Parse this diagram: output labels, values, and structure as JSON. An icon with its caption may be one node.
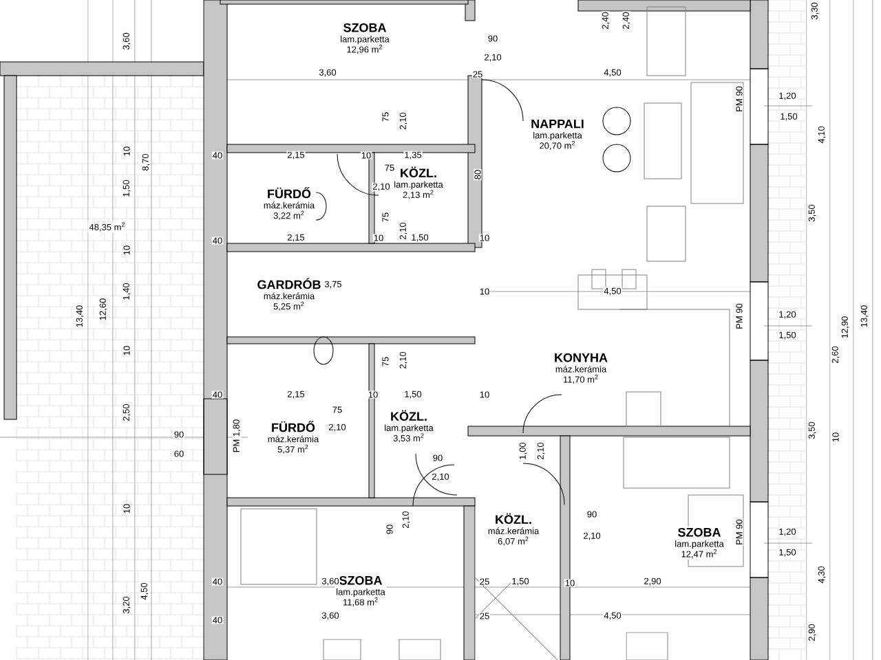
{
  "diagram": {
    "nodes": [
      {
        "text": [
          "48,35 m$^{2}$"
        ]
      },
      {
        "text": [
          "SZOBA",
          "lam.parketta",
          "12,96 m$^{2}$"
        ]
      },
      {
        "text": [
          "NAPPALI",
          "lam.parketta",
          "20,70 m$^{2}$"
        ]
      },
      {
        "text": [
          "FÜRDŐ",
          "máz.kerámia",
          "3,22 m$^{2}$"
        ]
      },
      {
        "text": [
          "KÖZL.",
          "lam.parketta",
          "2,13 m$^{2}$"
        ]
      },
      {
        "text": [
          "GARDRÓB",
          "máz.kerámia",
          "5,25 m$^{2}$"
        ]
      },
      {
        "text": [
          "KONYHA",
          "máz.kerámia",
          "11,70 m$^{2}$"
        ]
      },
      {
        "text": [
          "FÜRDŐ",
          "máz.kerámia",
          "5,37 m$^{2}$"
        ]
      },
      {
        "text": [
          "KÖZL.",
          "lam.parketta",
          "3,53 m$^{2}$"
        ]
      },
      {
        "text": [
          "KÖZL.",
          "máz.kerámia",
          "6,07 m$^{2}$"
        ]
      },
      {
        "text": [
          "SZOBA",
          "lam.parketta",
          "12,47 m$^{2}$"
        ]
      },
      {
        "text": [
          "SZOBA",
          "lam.parketta",
          "11,68 m$^{2}$"
        ]
      }
    ],
    "labels": [
      "3,30",
      "2,40",
      "2,40",
      "3,60",
      "90",
      "2,10",
      "3,60",
      "25",
      "4,50",
      "75",
      "2,10",
      "PM 90",
      "1,20",
      "1,50",
      "4,10",
      "40",
      "2,15",
      "10",
      "1,35",
      "10",
      "8,70",
      "75",
      "80",
      "1,50",
      "2,10",
      "3,50",
      "75",
      "2,10",
      "40",
      "2,15",
      "10",
      "1,50",
      "10",
      "10",
      "3,75",
      "10",
      "4,50",
      "1,40",
      "13,40",
      "12,60",
      "PM 90",
      "1,20",
      "1,50",
      "12,90",
      "13,40",
      "10",
      "2,60",
      "75",
      "2,10",
      "40",
      "2,15",
      "10",
      "1,50",
      "10",
      "75",
      "2,10",
      "2,50",
      "90",
      "60",
      "PM 1,80",
      "3,50",
      "10",
      "1,00",
      "2,10",
      "90",
      "2,10",
      "10",
      "90",
      "2,10",
      "90",
      "2,10",
      "PM 90",
      "1,20",
      "1,50",
      "3,20",
      "4,50",
      "40",
      "3,60",
      "25",
      "1,50",
      "10",
      "2,90",
      "4,30",
      "40",
      "3,60",
      "25",
      "4,50",
      "2,90"
    ]
  }
}
